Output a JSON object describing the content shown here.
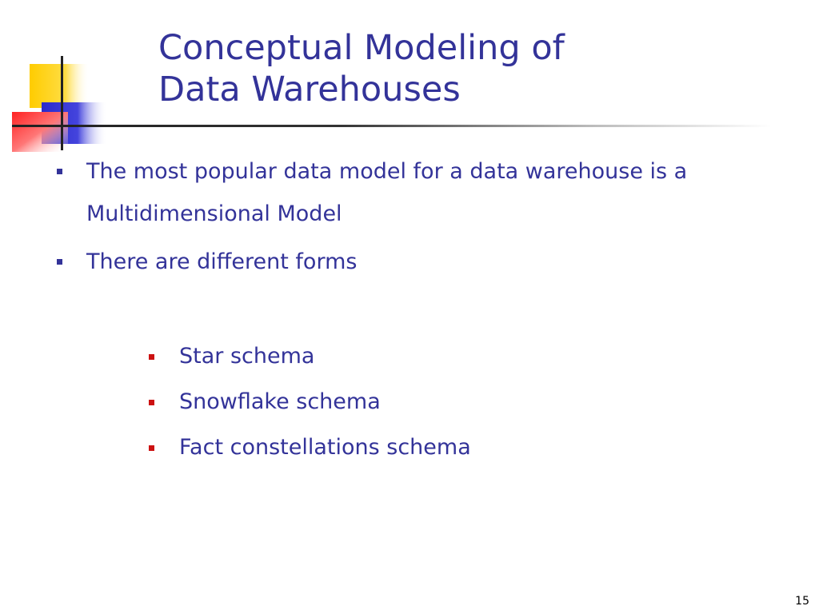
{
  "slide": {
    "title_lines": [
      "Conceptual Modeling of",
      "Data Warehouses"
    ],
    "bullets": [
      "The most popular data model for a data warehouse is a Multidimensional Model",
      "There are different forms"
    ],
    "sub_bullets": [
      "Star schema",
      "Snowflake schema",
      "Fact constellations schema"
    ],
    "page_number": "15"
  },
  "colors": {
    "text": "#333399",
    "level1_bullet": "#333399",
    "level2_bullet": "#cc1111",
    "logo_yellow": "#ffcc00",
    "logo_blue": "#3333cc",
    "logo_red": "#ff3333"
  },
  "icons": [
    "slide-logo-icon"
  ]
}
